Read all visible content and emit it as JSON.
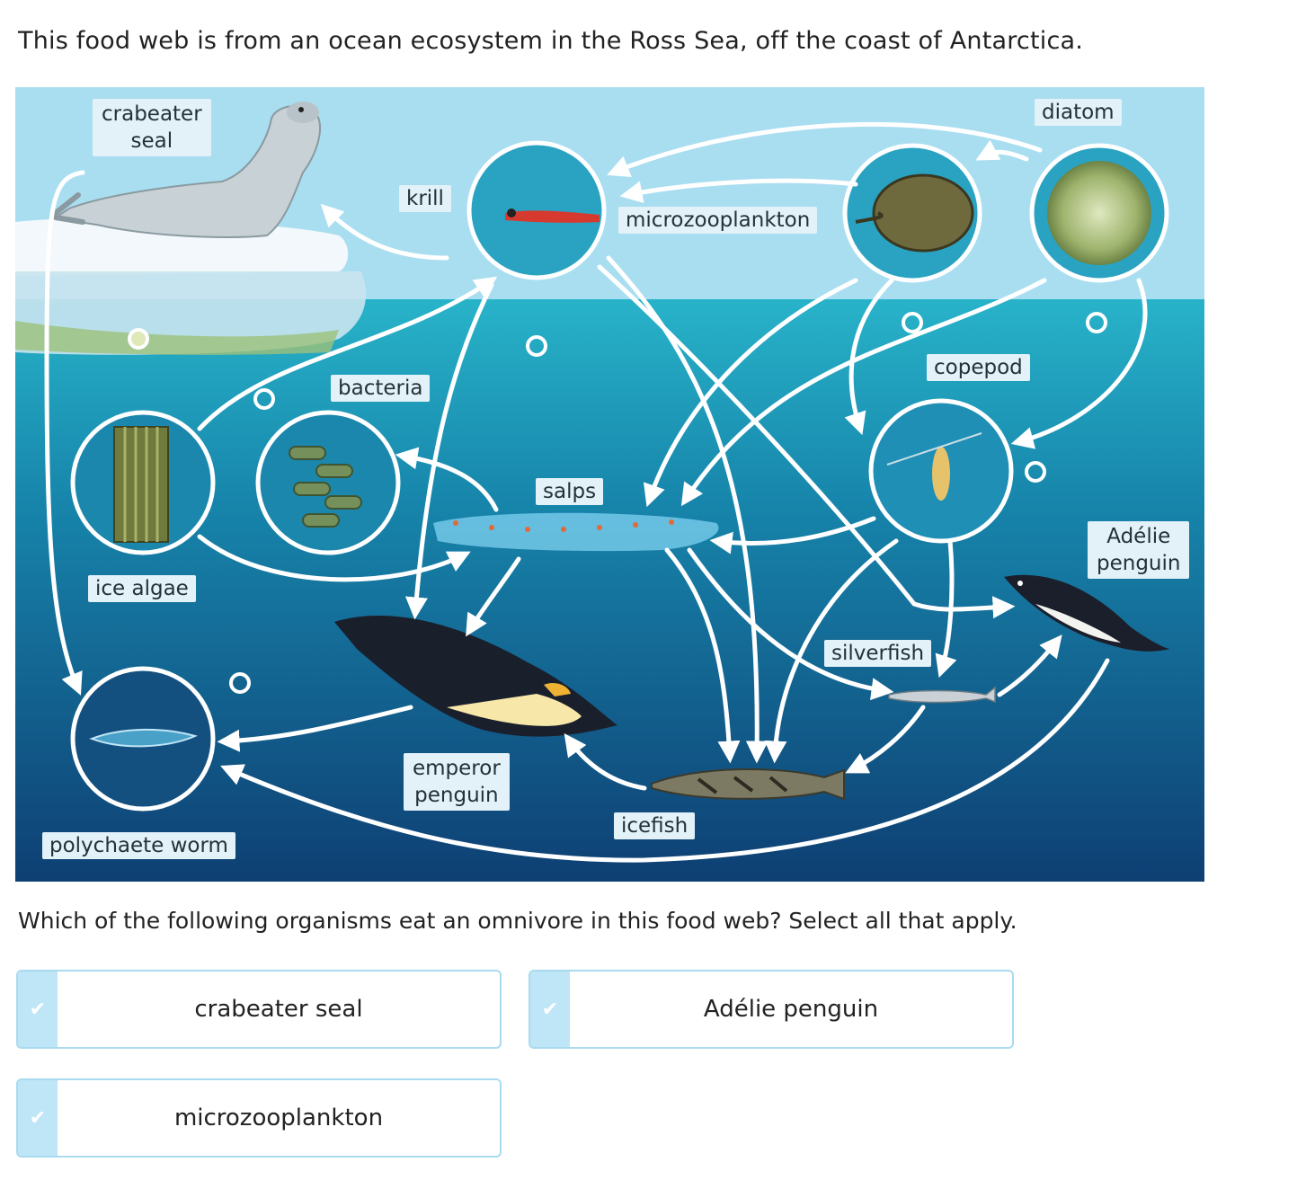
{
  "intro": "This food web is from an ocean ecosystem in the Ross Sea, off the coast of Antarctica.",
  "labels": {
    "crabeater_seal": "crabeater\nseal",
    "krill": "krill",
    "microzooplankton": "microzooplankton",
    "diatom": "diatom",
    "bacteria": "bacteria",
    "salps": "salps",
    "copepod": "copepod",
    "adelie_penguin": "Adélie\npenguin",
    "ice_algae": "ice algae",
    "silverfish": "silverfish",
    "emperor_penguin": "emperor\npenguin",
    "icefish": "icefish",
    "polychaete_worm": "polychaete worm"
  },
  "question": "Which of the following organisms eat an omnivore in this food web? Select all that apply.",
  "choices": [
    {
      "label": "crabeater seal",
      "check": "✔"
    },
    {
      "label": "Adélie penguin",
      "check": "✔"
    },
    {
      "label": "microzooplankton",
      "check": "✔"
    }
  ],
  "colors": {
    "sky": "#a9def1",
    "water_top": "#28b3c9",
    "water_bottom": "#0e3f73",
    "arrow": "#ffffff",
    "label_bg": "#e3f1f8",
    "choice_border": "#a9daf0",
    "choice_tab": "#bfe6f6"
  }
}
